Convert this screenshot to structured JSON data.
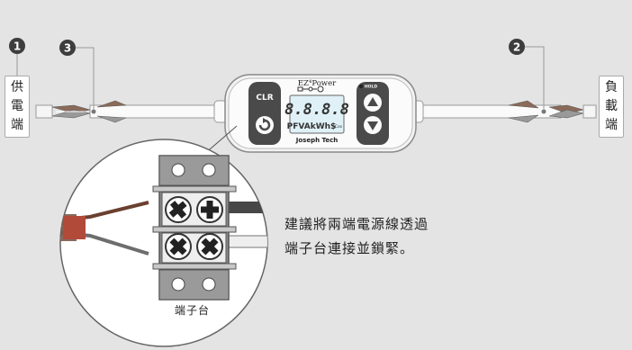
{
  "labels": {
    "supply": "供電端",
    "load": "負載端",
    "terminal": "端子台"
  },
  "markers": [
    "1",
    "2",
    "3"
  ],
  "device": {
    "brand": "EZ⁴Power",
    "digits": "8.8.8.8",
    "units": "PFVAkWh$",
    "unit_small": "Cos",
    "maker": "Joseph Tech",
    "clr_label": "CLR",
    "hold_label": "HOLD"
  },
  "instruction": {
    "line1": "建議將兩端電源線透過",
    "line2": "端子台連接並鎖緊。"
  },
  "colors": {
    "background": "#e4e4e4",
    "device_dark": "#4a4a4a",
    "lcd": "#dff0f6",
    "marker": "#3d3d3d",
    "wire_brown": "#6b4030",
    "wire_gray": "#6d6d6d",
    "terminal_body": "#8a8a8a"
  }
}
